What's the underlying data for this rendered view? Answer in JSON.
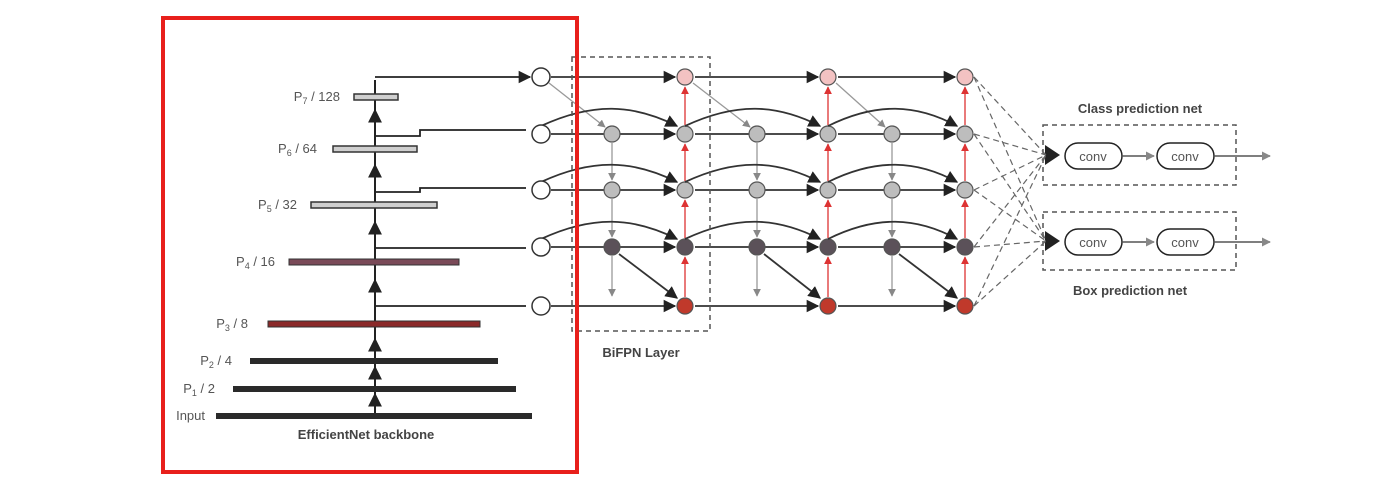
{
  "backbone": {
    "title": "EfficientNet backbone",
    "levels": [
      {
        "main": "P",
        "sub": "7",
        "suffix": " / 128"
      },
      {
        "main": "P",
        "sub": "6",
        "suffix": " / 64"
      },
      {
        "main": "P",
        "sub": "5",
        "suffix": " / 32"
      },
      {
        "main": "P",
        "sub": "4",
        "suffix": " / 16"
      },
      {
        "main": "P",
        "sub": "3",
        "suffix": " / 8"
      },
      {
        "main": "P",
        "sub": "2",
        "suffix": " / 4"
      },
      {
        "main": "P",
        "sub": "1",
        "suffix": " / 2"
      },
      {
        "main": "Input",
        "sub": "",
        "suffix": ""
      }
    ]
  },
  "bifpn": {
    "label": "BiFPN Layer"
  },
  "heads": {
    "class_label": "Class prediction net",
    "box_label": "Box prediction net",
    "conv_label": "conv"
  },
  "colors": {
    "highlight": "#e8201c",
    "node_light": "#bdbdbd",
    "node_dark": "#5b5159",
    "node_red": "#c0392b",
    "node_pink": "#f3c2c2",
    "bar_dark": "#2a2a2a",
    "bar_red": "#8b2a2a",
    "bar_light": "#cfcfcf"
  }
}
